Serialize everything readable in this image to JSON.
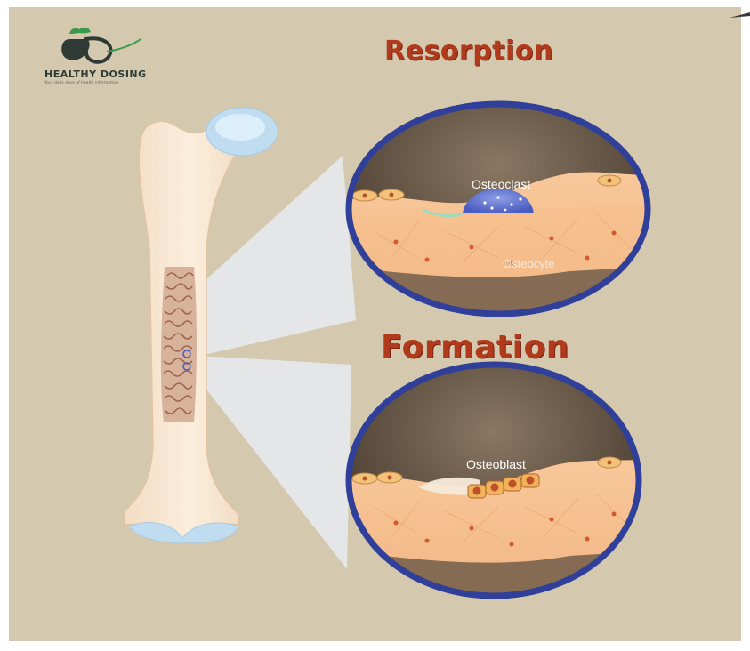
{
  "brand": {
    "name": "HEALTHY DOSING",
    "tagline": "Your daily dose of health information",
    "colors": {
      "leaf": "#3a9a4a",
      "capsule": "#2f3a36"
    }
  },
  "diagram": {
    "headings": {
      "resorption": "Resorption",
      "formation": "Formation"
    },
    "labels": {
      "osteoclast": "Osteoclast",
      "osteocyte": "Osteocyte",
      "osteoblast": "Osteoblast"
    },
    "colors": {
      "background": "#d4c9ae",
      "bone": "#f7e5cf",
      "cartilage": "#bfdcf0",
      "lens_ring": "#2f3f9a",
      "heading": "#b23a1c",
      "osteoclast": "#5d72cf",
      "osteoblast": "#c0502a"
    }
  }
}
